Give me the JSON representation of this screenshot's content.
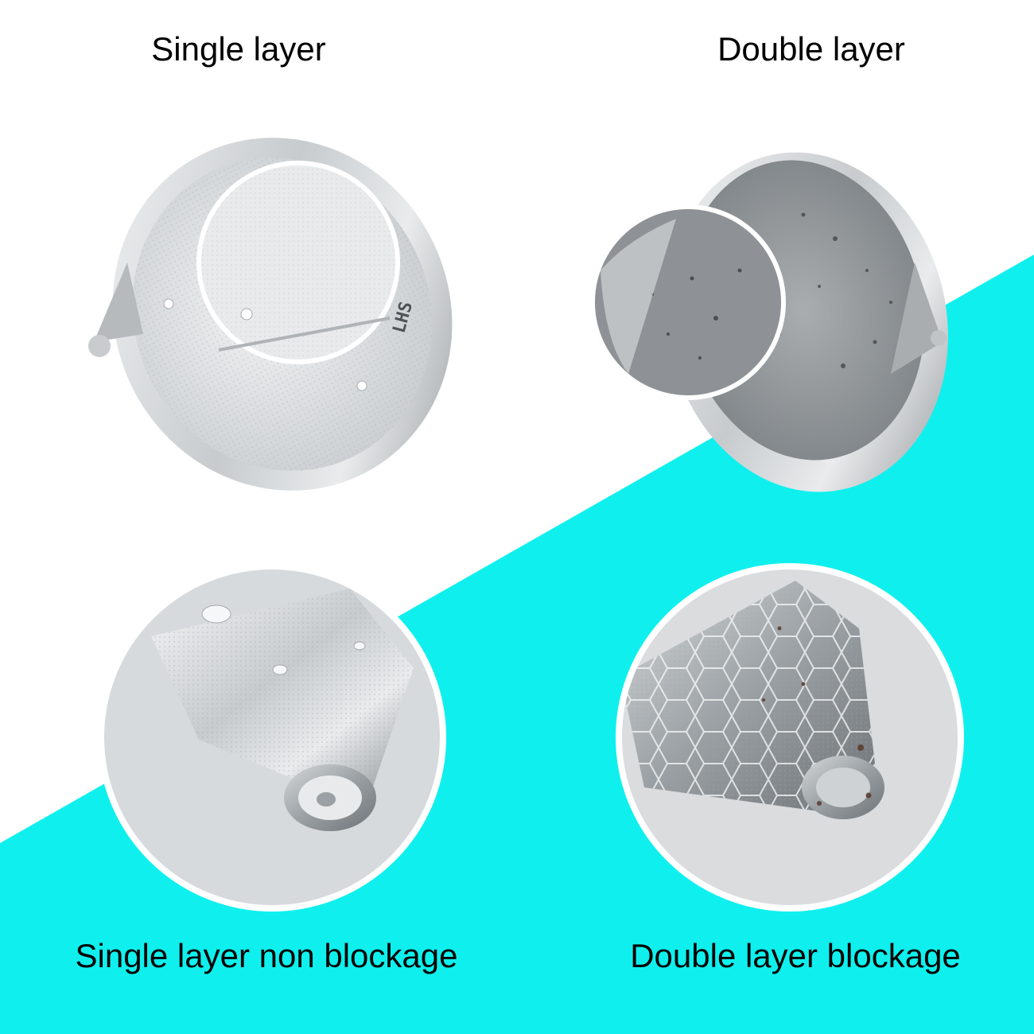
{
  "captions": {
    "top_left": "Single layer",
    "top_right": "Double layer",
    "bottom_left": "Single layer non blockage",
    "bottom_right": "Double layer blockage"
  },
  "engraving": "LHS",
  "colors": {
    "background": "#ffffff",
    "accent_cyan": "#0ff0ee",
    "steel_light": "#e6e8ea",
    "steel_mid": "#b9bdc1",
    "steel_dark": "#7d8286"
  }
}
